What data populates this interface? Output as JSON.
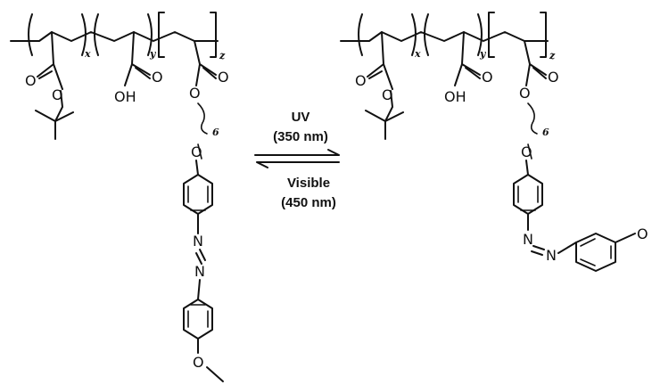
{
  "atoms": {
    "oxygen": "O",
    "hydroxyl": "OH",
    "nitrogen": "N"
  },
  "subscripts": {
    "x": "x",
    "y": "y",
    "z": "z",
    "six": "6"
  },
  "arrow": {
    "forward_line1": "UV",
    "forward_line2": "(350 nm)",
    "reverse_line1": "Visible",
    "reverse_line2": "(450 nm)"
  }
}
